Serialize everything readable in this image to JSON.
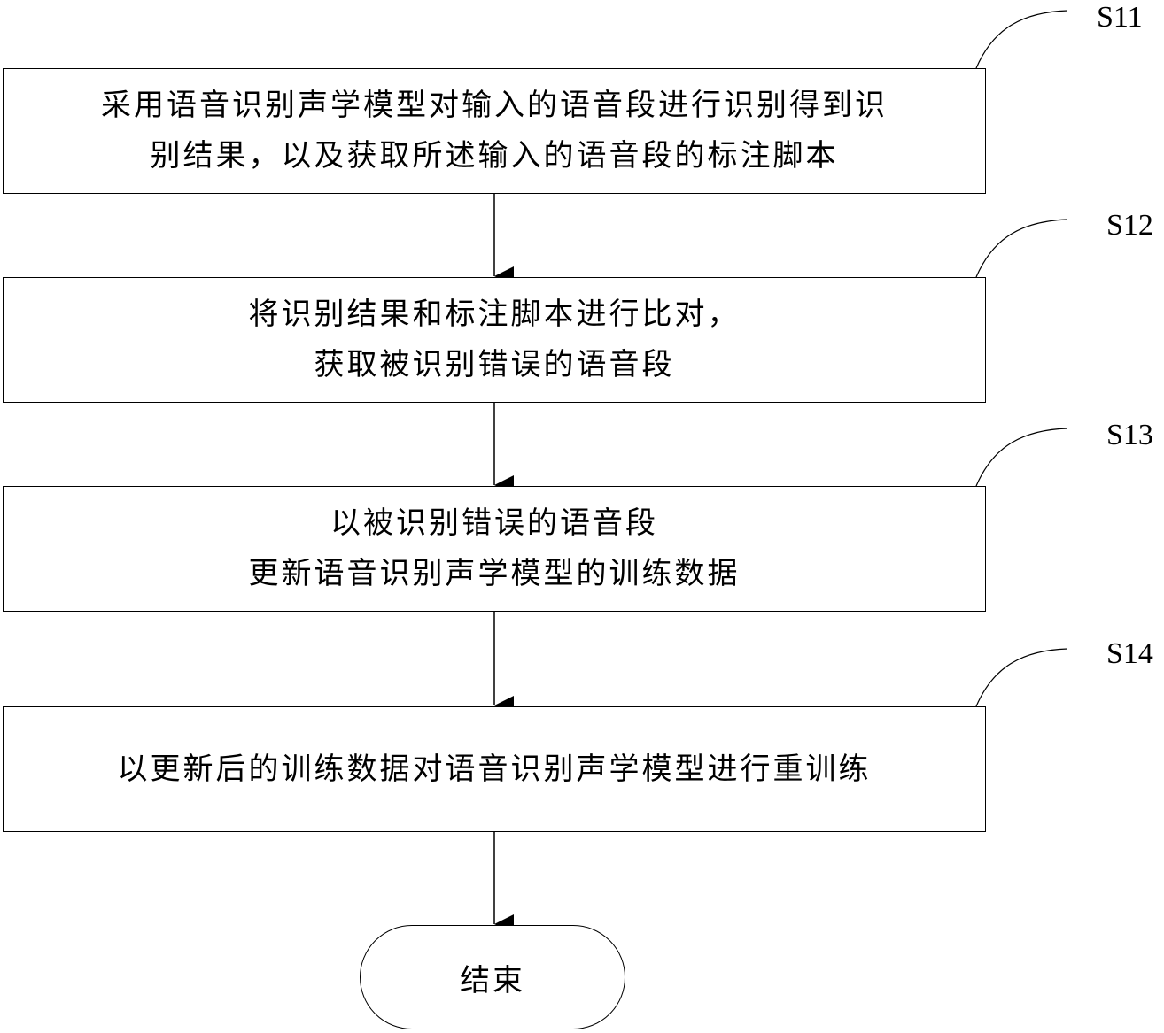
{
  "steps": [
    {
      "id": "S11",
      "lines": [
        "采用语音识别声学模型对输入的语音段进行识别得到识",
        "别结果，以及获取所述输入的语音段的标注脚本"
      ]
    },
    {
      "id": "S12",
      "lines": [
        "将识别结果和标注脚本进行比对，",
        "获取被识别错误的语音段"
      ]
    },
    {
      "id": "S13",
      "lines": [
        "以被识别错误的语音段",
        "更新语音识别声学模型的训练数据"
      ]
    },
    {
      "id": "S14",
      "lines": [
        "以更新后的训练数据对语音识别声学模型进行重训练"
      ]
    }
  ],
  "end_label": "结束"
}
